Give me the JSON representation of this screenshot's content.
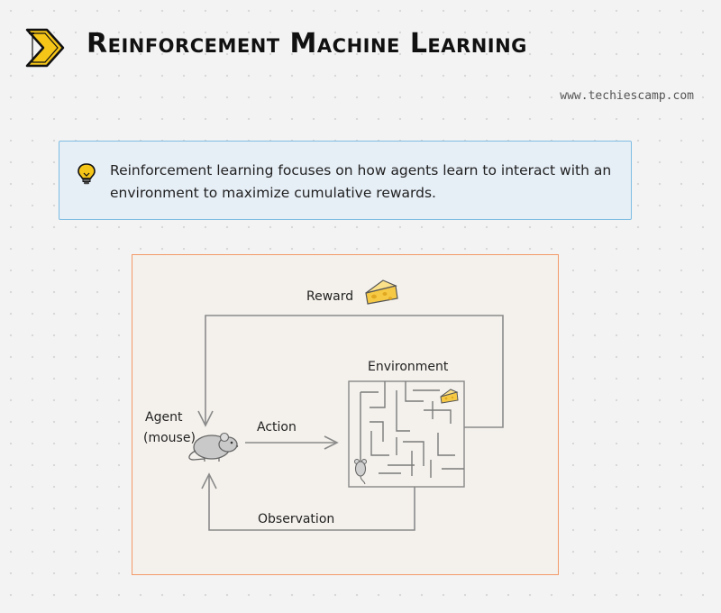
{
  "header": {
    "title": "Reinforcement Machine Learning",
    "site": "www.techiescamp.com",
    "chevron_icon": "chevron-right-icon",
    "accent": "#f5c518"
  },
  "callout": {
    "icon": "lightbulb-icon",
    "text": "Reinforcement learning focuses on how agents learn to interact with an environment to maximize cumulative rewards.",
    "background": "#e6eef6",
    "border": "#7fbde3"
  },
  "diagram": {
    "frame_border": "#f39a68",
    "reward_label": "Reward",
    "environment_label": "Environment",
    "agent_label_line1": "Agent",
    "agent_label_line2": "(mouse)",
    "action_label": "Action",
    "observation_label": "Observation",
    "icons": [
      "cheese-icon",
      "mouse-icon",
      "maze-icon"
    ]
  }
}
